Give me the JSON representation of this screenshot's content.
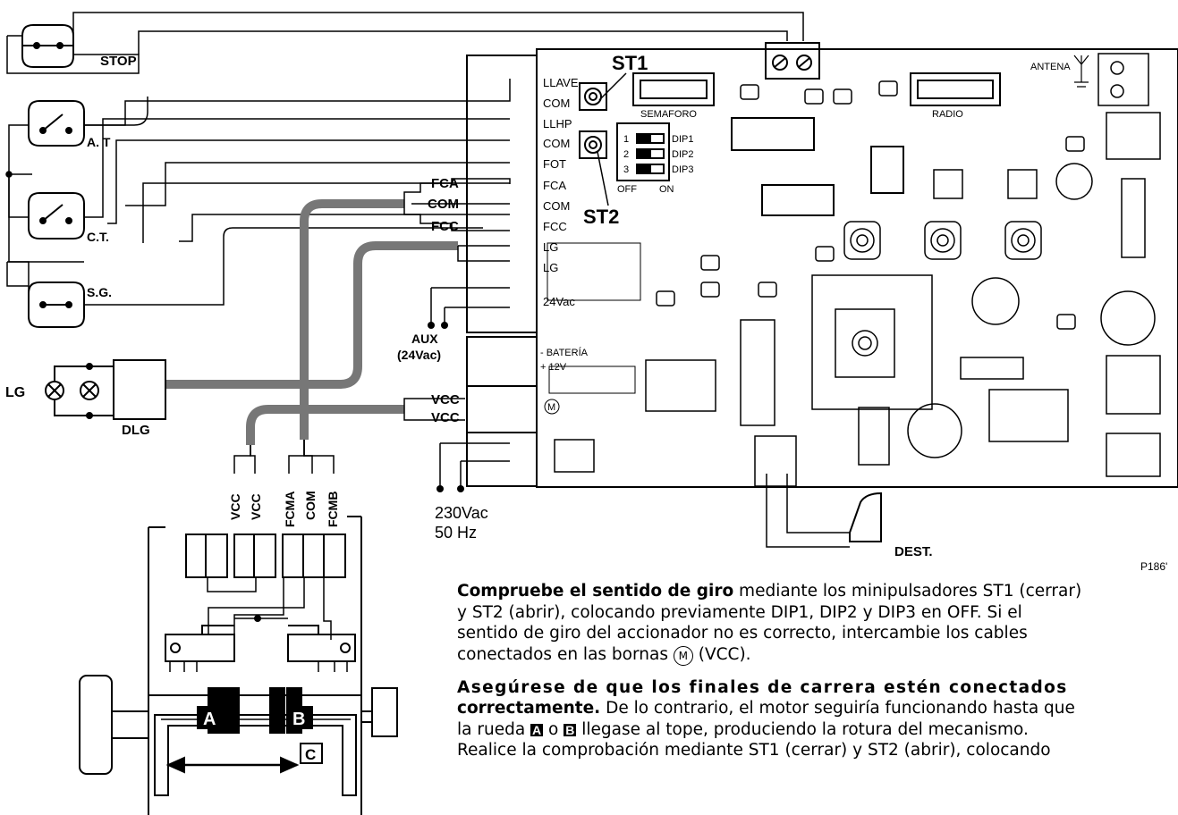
{
  "switches": {
    "stop": "STOP",
    "at": "A. T",
    "ct": "C.T.",
    "sg": "S.G."
  },
  "top_labels": {
    "st1": "ST1",
    "st2": "ST2"
  },
  "terminals": [
    "LLAVE",
    "COM",
    "LLHP",
    "COM",
    "FOT",
    "FCA",
    "COM",
    "FCC",
    "LG",
    "LG",
    "24Vac"
  ],
  "fc_labels": {
    "fca": "FCA",
    "com": "COM",
    "fcc": "FCC"
  },
  "aux": {
    "line1": "AUX",
    "line2": "(24Vac)"
  },
  "battery": {
    "minus": "- BATERÍA",
    "plus": "+ 12V"
  },
  "vcc": [
    "VCC",
    "VCC"
  ],
  "motor_symbol": "M",
  "power": {
    "line1": "230Vac",
    "line2": "50 Hz"
  },
  "lamp": {
    "lg": "LG",
    "dlg": "DLG"
  },
  "board": {
    "semaforo": "SEMAFORO",
    "radio": "RADIO",
    "antena": "ANTENA",
    "dip": [
      "DIP1",
      "DIP2",
      "DIP3"
    ],
    "dip_nums": [
      "1",
      "2",
      "3"
    ],
    "off": "OFF",
    "on": "ON",
    "dest": "DEST."
  },
  "limit_labels": [
    "VCC",
    "VCC",
    "FCMA",
    "COM",
    "FCMB"
  ],
  "mech": {
    "a": "A",
    "b": "B",
    "c": "C"
  },
  "ref": "P186'",
  "text": {
    "p1_bold": "Compruebe el sentido de giro",
    "p1_l1": " mediante los minipulsadores ST1 (cerrar)",
    "p1_l2": "y ST2 (abrir), colocando previamente DIP1, DIP2 y DIP3 en OFF. Si el",
    "p1_l3": "sentido de giro del accionador no es correcto, intercambie los cables",
    "p1_l4a": "conectados en las bornas ",
    "p1_l4b": " (VCC).",
    "p2_bold1": "Asegúrese de que los finales de carrera estén conectados",
    "p2_bold2": "correctamente.",
    "p2_l2": " De lo contrario, el motor seguiría funcionando hasta que",
    "p2_l3a": "la rueda ",
    "p2_l3b": " o ",
    "p2_l3c": " llegase al tope, produciendo la rotura del mecanismo.",
    "p2_l4": "Realice la comprobación mediante ST1 (cerrar) y ST2 (abrir), colocando"
  }
}
